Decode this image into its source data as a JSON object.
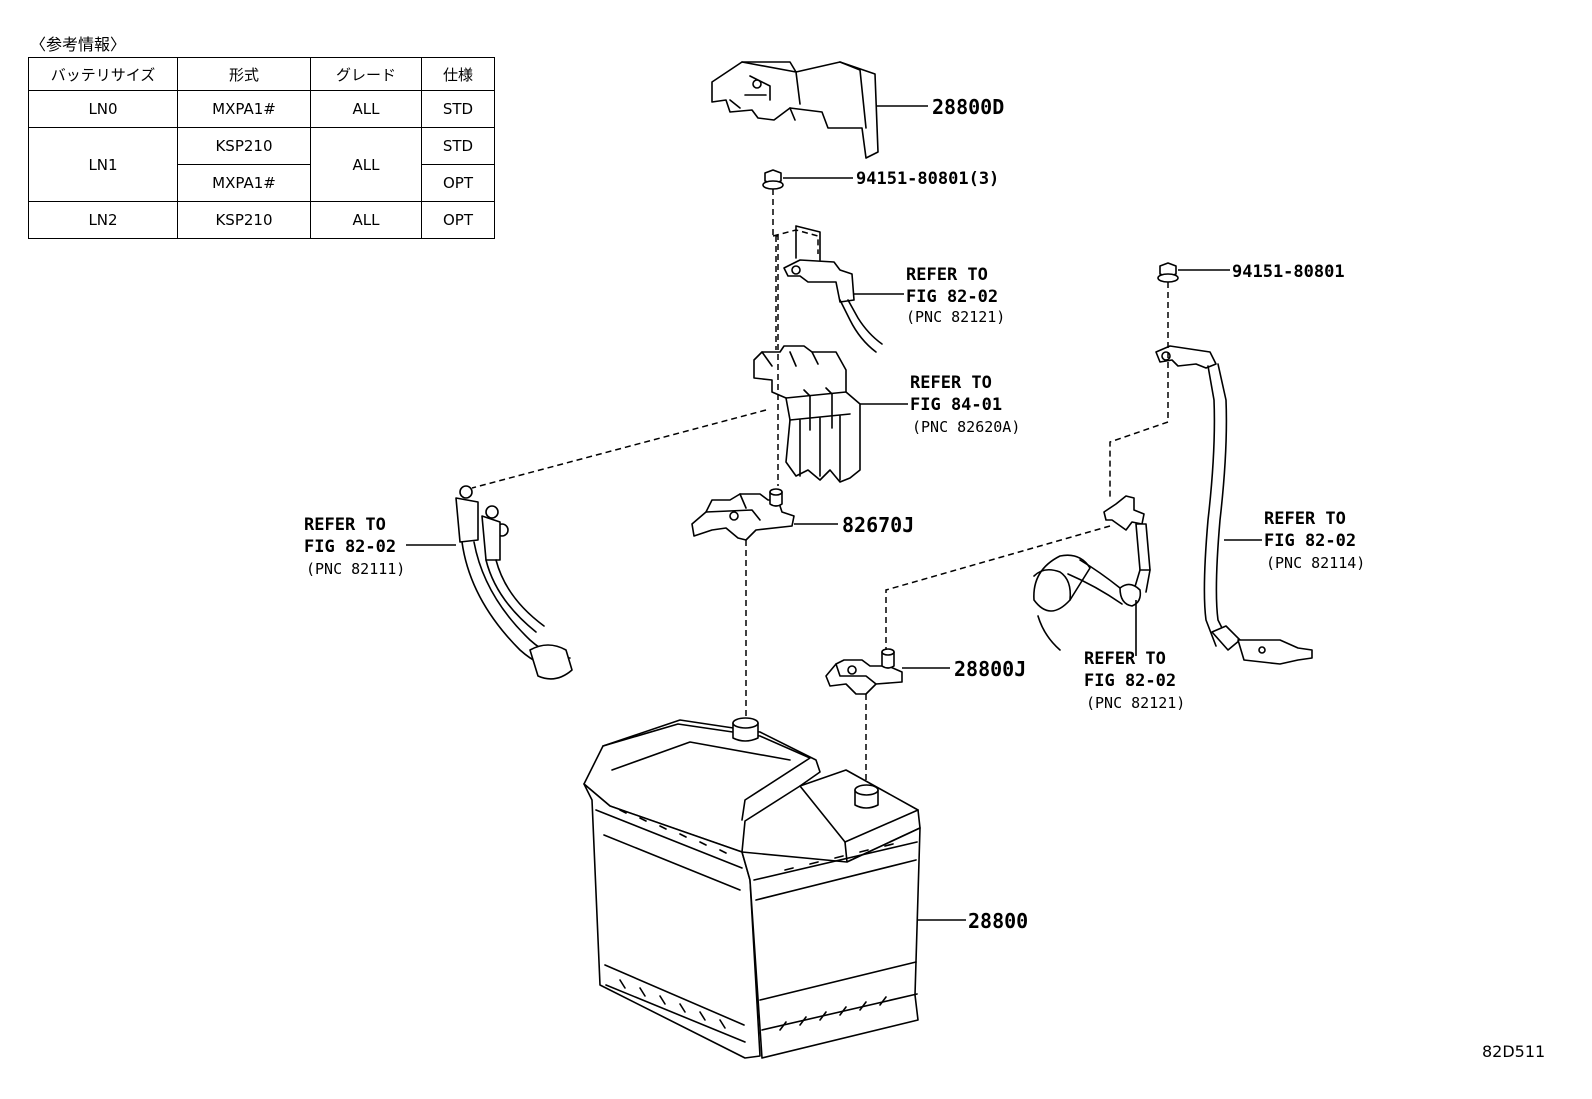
{
  "reference": {
    "title": "〈参考情報〉",
    "headers": [
      "バッテリサイズ",
      "形式",
      "グレード",
      "仕様"
    ],
    "rows": [
      {
        "size": "LN0",
        "model": "MXPA1#",
        "grade": "ALL",
        "spec": "STD"
      },
      {
        "size": "LN1",
        "model": "KSP210",
        "grade": "ALL",
        "spec": "STD"
      },
      {
        "model": "MXPA1#",
        "spec": "OPT"
      },
      {
        "size": "LN2",
        "model": "KSP210",
        "grade": "ALL",
        "spec": "OPT"
      }
    ]
  },
  "parts": {
    "p28800D": "28800D",
    "bolt_top": "94151-80801(3)",
    "bolt_right": "94151-80801",
    "p82670J": "82670J",
    "p28800J": "28800J",
    "p28800": "28800"
  },
  "refs": {
    "r1": {
      "line1": "REFER TO",
      "line2": "FIG 82-02",
      "line3": "(PNC 82121)"
    },
    "r2": {
      "line1": "REFER TO",
      "line2": "FIG 84-01",
      "line3": "(PNC 82620A)"
    },
    "r3": {
      "line1": "REFER TO",
      "line2": "FIG 82-02",
      "line3": "(PNC 82111)"
    },
    "r4": {
      "line1": "REFER TO",
      "line2": "FIG 82-02",
      "line3": "(PNC 82114)"
    },
    "r5": {
      "line1": "REFER TO",
      "line2": "FIG 82-02",
      "line3": "(PNC 82121)"
    }
  },
  "diagram_code": "82D511"
}
